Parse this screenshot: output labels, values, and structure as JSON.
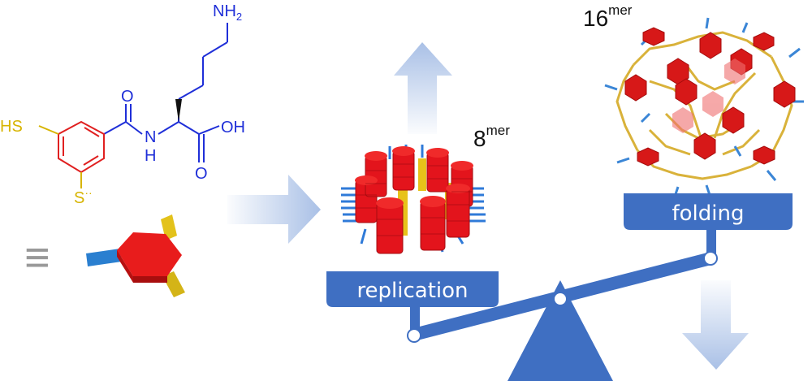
{
  "molecule": {
    "amine_N": "NH",
    "amine_sub": "2",
    "amide_O": "O",
    "amide_N": "N",
    "amide_H": "H",
    "acid_OH": "OH",
    "acid_O": "O",
    "thiol_top": "HS",
    "thiol_bottom": "S",
    "thiol_bottom_dots": "··",
    "equivalence": "≡"
  },
  "labels": {
    "octamer_number": "8",
    "octamer_sup": "mer",
    "hexadecamer_number": "16",
    "hexadecamer_sup": "mer",
    "replication": "replication",
    "folding": "folding"
  },
  "colors": {
    "scale_blue": "#3f6fc2",
    "box_blue": "#3f6fc2",
    "arrow_light": "#a9c0e6",
    "aromatic_red": "#e02020",
    "sulfur_yellow": "#d7b400",
    "backbone_blue": "#1f2fd8",
    "hexagon_red": "#d71818",
    "link_yellow": "#d9b23a"
  }
}
